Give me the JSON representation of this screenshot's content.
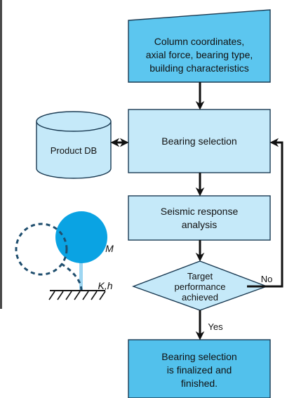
{
  "flow": {
    "input_box": "Column coordinates,\naxial force, bearing type,\nbuilding characteristics",
    "selection_box": "Bearing selection",
    "database": "Product DB",
    "analysis_box": "Seismic response\nanalysis",
    "decision": "Target\nperformance\nachieved",
    "no_label": "No",
    "yes_label": "Yes",
    "final_box": "Bearing selection\nis finalized and\nfinished."
  },
  "model": {
    "mass_label": "M",
    "spring_label": "K,h"
  },
  "colors": {
    "input_fill": "#5cc6ef",
    "process_fill": "#c5e9f9",
    "final_fill": "#52c1ec",
    "mass_fill": "#0aa3e3",
    "column_fill": "#9dd6f2",
    "stroke": "#1a3a52",
    "arrow": "#111111"
  }
}
